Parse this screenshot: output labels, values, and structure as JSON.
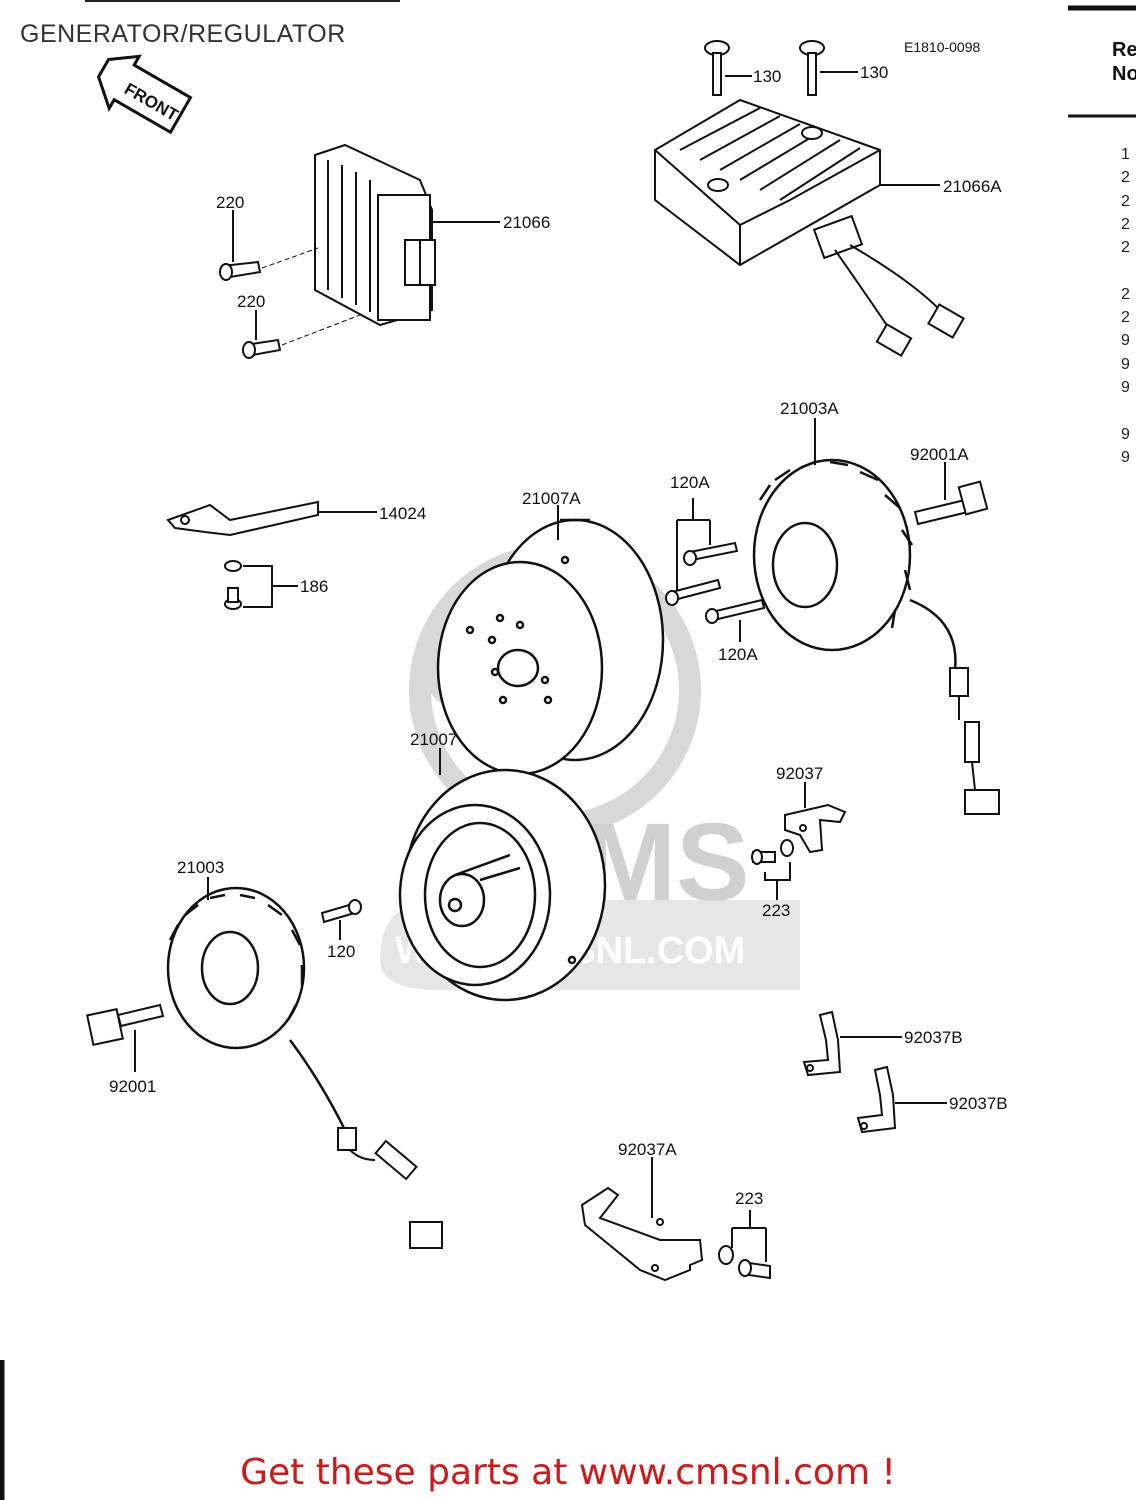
{
  "title": "GENERATOR/REGULATOR",
  "front_marker": "FRONT",
  "diagram_code": "E1810-0098",
  "parts": {
    "p130_left": "130",
    "p130_right": "130",
    "p21066a": "21066A",
    "p220_top": "220",
    "p220_bottom": "220",
    "p21066": "21066",
    "p21003a": "21003A",
    "p92001a": "92001A",
    "p14024": "14024",
    "p21007a": "21007A",
    "p120a_top": "120A",
    "p120a_bottom": "120A",
    "p186": "186",
    "p21007": "21007",
    "p92037": "92037",
    "p223_mid": "223",
    "p21003": "21003",
    "p120": "120",
    "p92001": "92001",
    "p92037b_top": "92037B",
    "p92037b_bottom": "92037B",
    "p92037a": "92037A",
    "p223_bottom": "223"
  },
  "side_table": {
    "header": "Re\nNo",
    "rows": [
      "1",
      "2",
      "2",
      "2",
      "2",
      "",
      "2",
      "2",
      "9",
      "9",
      "9",
      "",
      "9",
      "9"
    ]
  },
  "watermark": {
    "brand": "CMS",
    "url": "WWW.CMSNL.COM"
  },
  "footer": "Get these parts at www.cmsnl.com !",
  "colors": {
    "footer_text": "#d01818",
    "watermark": "#d8d8d8",
    "line": "#111111"
  }
}
